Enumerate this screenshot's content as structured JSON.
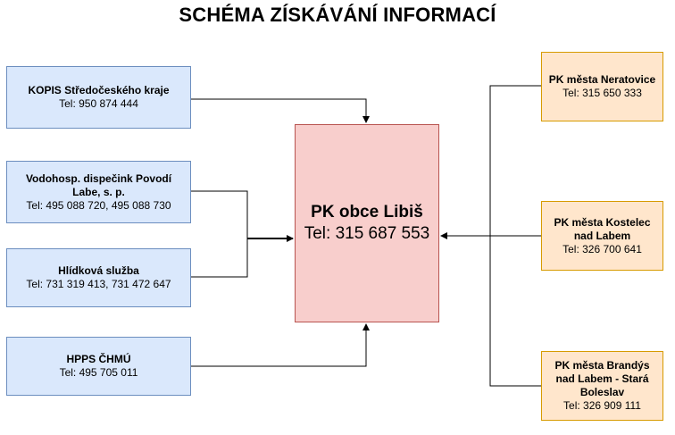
{
  "title": "SCHÉMA ZÍSKÁVÁNÍ INFORMACÍ",
  "center": {
    "name": "PK obce Libiš",
    "tel": "Tel: 315 687 553"
  },
  "left": [
    {
      "name": "KOPIS Středočeského kraje",
      "tel": "Tel: 950 874 444"
    },
    {
      "name": "Vodohosp. dispečink Povodí Labe, s. p.",
      "tel": "Tel: 495 088 720, 495 088 730"
    },
    {
      "name": "Hlídková služba",
      "tel": "Tel: 731 319 413, 731 472 647"
    },
    {
      "name": "HPPS ČHMÚ",
      "tel": "Tel: 495 705 011"
    }
  ],
  "right": [
    {
      "name": "PK města Neratovice",
      "tel": "Tel: 315 650 333"
    },
    {
      "name": "PK města Kostelec nad Labem",
      "tel": "Tel: 326 700 641"
    },
    {
      "name": "PK města Brandýs nad Labem - Stará Boleslav",
      "tel": "Tel: 326 909 111"
    }
  ],
  "colors": {
    "blue_fill": "#dae8fc",
    "blue_stroke": "#6c8ebf",
    "orange_fill": "#ffe6cc",
    "orange_stroke": "#d79b00",
    "red_fill": "#f8cecc",
    "red_stroke": "#b85450"
  }
}
